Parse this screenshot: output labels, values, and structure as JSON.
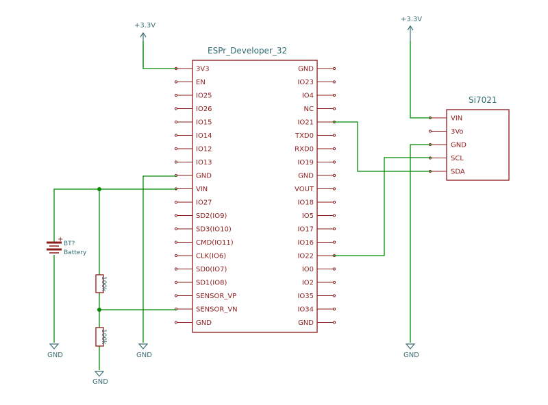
{
  "esp32": {
    "name": "ESPr_Developer_32",
    "left_pins": [
      "3V3",
      "EN",
      "IO25",
      "IO26",
      "IO15",
      "IO14",
      "IO12",
      "IO13",
      "GND",
      "VIN",
      "IO27",
      "SD2(IO9)",
      "SD3(IO10)",
      "CMD(IO11)",
      "CLK(IO6)",
      "SD0(IO7)",
      "SD1(IO8)",
      "SENSOR_VP",
      "SENSOR_VN",
      "GND"
    ],
    "right_pins": [
      "GND",
      "IO23",
      "IO4",
      "NC",
      "IO21",
      "TXD0",
      "RXD0",
      "IO19",
      "GND",
      "VOUT",
      "IO18",
      "IO5",
      "IO17",
      "IO16",
      "IO22",
      "IO0",
      "IO2",
      "IO35",
      "IO34",
      "GND"
    ]
  },
  "si7021": {
    "name": "Si7021",
    "pins": [
      "VIN",
      "3Vo",
      "GND",
      "SCL",
      "SDA"
    ]
  },
  "battery": {
    "ref": "BT?",
    "value": "Battery"
  },
  "resistors": {
    "r1": "100k",
    "r2": "100k"
  },
  "power": {
    "v33_left": "+3.3V",
    "v33_right": "+3.3V",
    "gnd_battery": "GND",
    "gnd_esp": "GND",
    "gnd_divider": "GND",
    "gnd_sensor": "GND"
  },
  "colors": {
    "component": "#8b1a1a",
    "wire": "#008a00",
    "power": "#3d6f74"
  }
}
